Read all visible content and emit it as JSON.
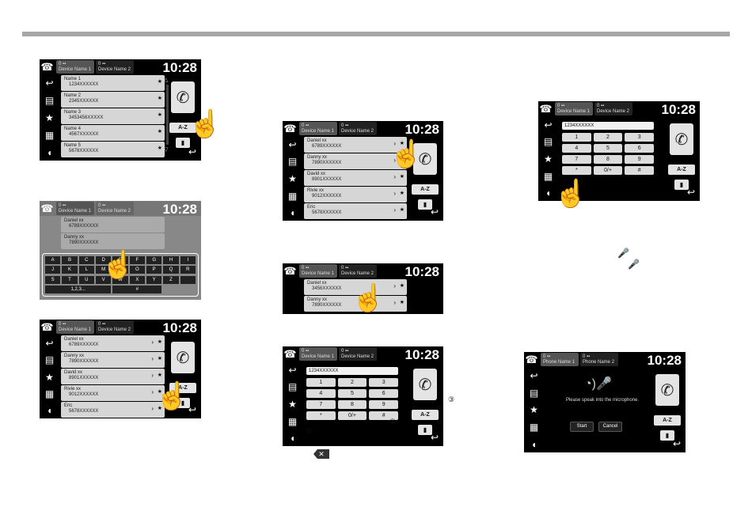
{
  "clock": "10:28",
  "dev1_title": "Device Name 1",
  "dev2_title": "Device Name 2",
  "ph1": "Phone Name 1",
  "ph2": "Phone Name 2",
  "names": {
    "n1": "Name 1",
    "p1": "1234XXXXXX",
    "n2": "Name 2",
    "p2": "2345XXXXXX",
    "n3": "Name 3",
    "p3": "3453456XXXXX",
    "n4": "Name 4",
    "p4": "4567XXXXXX",
    "n5": "Name 5",
    "p5": "5678XXXXXX"
  },
  "contacts": {
    "c1": "Daniel xx",
    "c1p": "6789XXXXXX",
    "c2": "Danny xx",
    "c2p": "7890XXXXXX",
    "c3": "David xx",
    "c3p": "8901XXXXXX",
    "c4": "Rivie xx",
    "c4p": "9012XXXXXX",
    "c5": "Eric",
    "c5p": "5678XXXXXX",
    "c1p_alt": "3456XXXXXX"
  },
  "az": "A-Z",
  "dial": {
    "input": "1234XXXXXX",
    "k1": "1",
    "k2": "2",
    "k3": "3",
    "k4": "4",
    "k5": "5",
    "k6": "6",
    "k7": "7",
    "k8": "8",
    "k9": "9",
    "k10": "*",
    "k11": "0/+",
    "k12": "#"
  },
  "alpha": [
    "A",
    "B",
    "C",
    "D",
    "E",
    "F",
    "G",
    "H",
    "I",
    "J",
    "K",
    "L",
    "M",
    "N",
    "O",
    "P",
    "Q",
    "R",
    "S",
    "T",
    "U",
    "V",
    "W",
    "X",
    "Y",
    "Z"
  ],
  "alpha_extra": {
    "num": "1,2,3...",
    "hash": "#"
  },
  "voice": {
    "msg": "Please speak into the microphone.",
    "start": "Start",
    "cancel": "Cancel"
  },
  "callouts": {
    "one": "①",
    "two": "②",
    "three": "③"
  }
}
